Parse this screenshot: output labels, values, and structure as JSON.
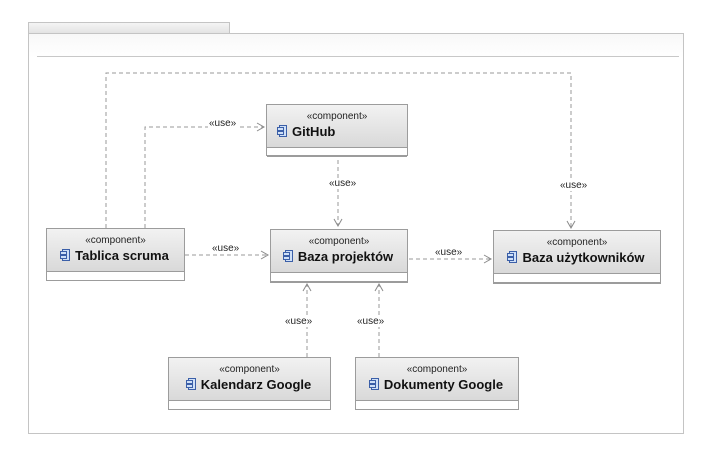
{
  "components": {
    "github": {
      "stereotype": "«component»",
      "name": "GitHub"
    },
    "tablica": {
      "stereotype": "«component»",
      "name": "Tablica scruma"
    },
    "baza_projektow": {
      "stereotype": "«component»",
      "name": "Baza projektów"
    },
    "baza_uzytkownikow": {
      "stereotype": "«component»",
      "name": "Baza użytkowników"
    },
    "kalendarz": {
      "stereotype": "«component»",
      "name": "Kalendarz Google"
    },
    "dokumenty": {
      "stereotype": "«component»",
      "name": "Dokumenty Google"
    }
  },
  "dependencies": [
    {
      "from": "Tablica scruma",
      "to": "GitHub",
      "label": "«use»"
    },
    {
      "from": "GitHub",
      "to": "Baza projektów",
      "label": "«use»"
    },
    {
      "from": "Tablica scruma",
      "to": "Baza projektów",
      "label": "«use»"
    },
    {
      "from": "Baza projektów",
      "to": "Baza użytkowników",
      "label": "«use»"
    },
    {
      "from": "Tablica scruma",
      "to": "Baza użytkowników",
      "label": "«use»"
    },
    {
      "from": "Kalendarz Google",
      "to": "Baza projektów",
      "label": "«use»"
    },
    {
      "from": "Dokumenty Google",
      "to": "Baza projektów",
      "label": "«use»"
    }
  ]
}
